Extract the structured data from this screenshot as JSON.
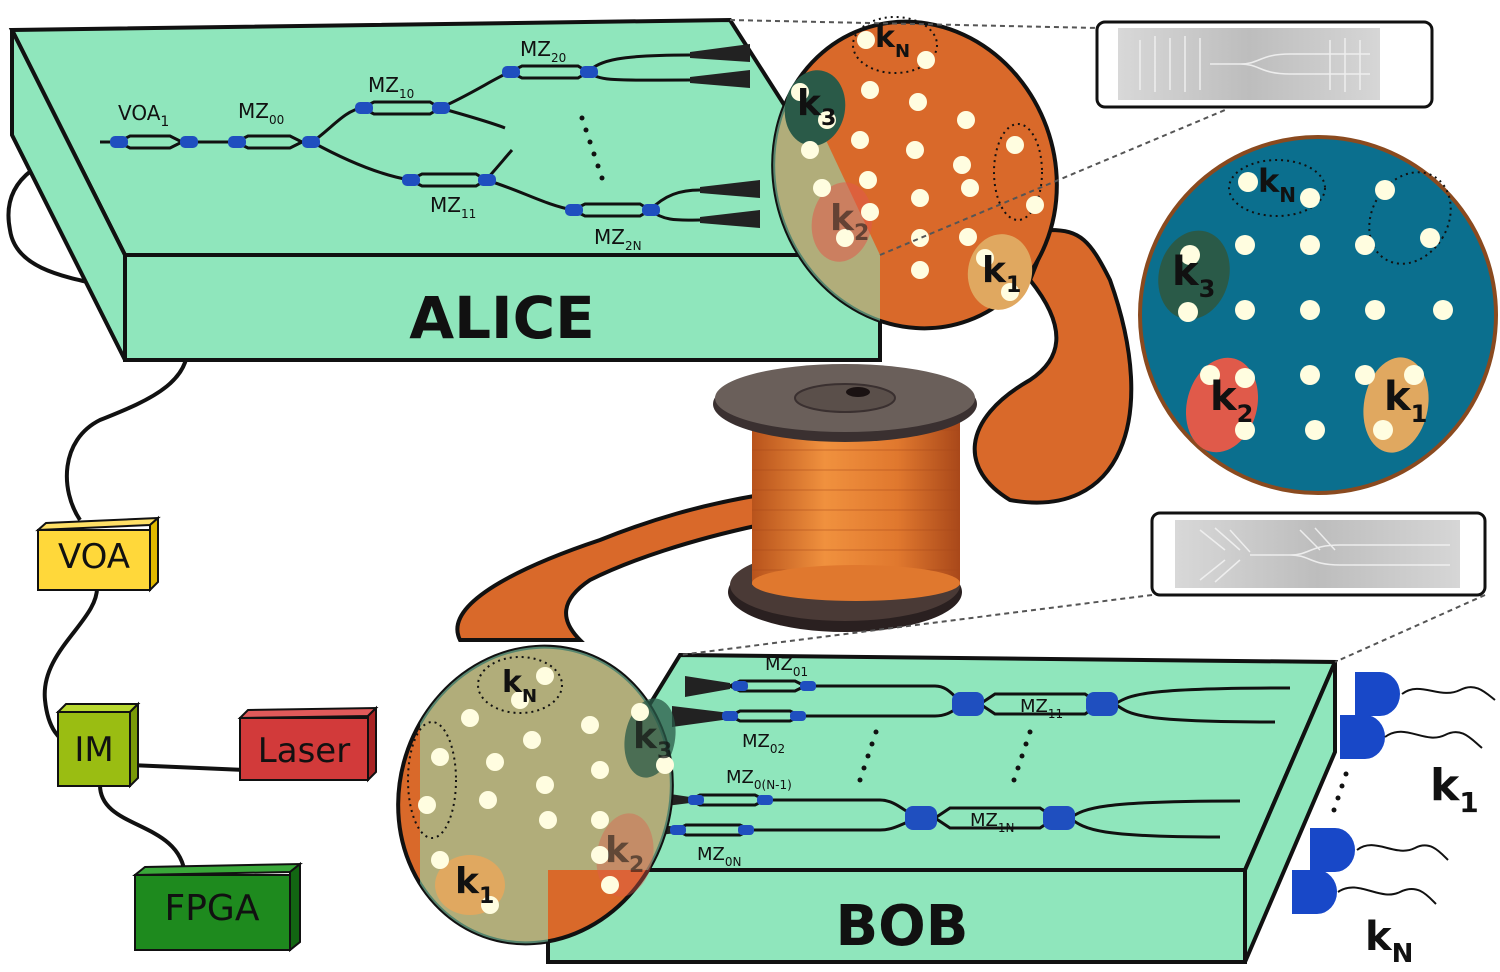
{
  "colors": {
    "chip_fill": "#8fe6bc",
    "fiber_orange": "#d9692a",
    "mode_dot": "#fffde0",
    "zoom_circle_fill": "#0b6f8e",
    "zoom_circle_border": "#8a4a1f",
    "splitter_blue": "#1f4fbf",
    "detector_blue": "#1848c8",
    "voa_box": "#ffd83a",
    "im_box": "#9abd12",
    "laser_box": "#d23a3a",
    "fpga_box": "#1e8a1e",
    "k1_patch": "#e0a860",
    "k2_patch": "#e05a4a",
    "k3_patch": "#2a5a48"
  },
  "alice": {
    "title": "ALICE",
    "labels": {
      "voa": "VOA",
      "voa_sub": "1",
      "mz00": "MZ",
      "mz00_sub": "00",
      "mz10": "MZ",
      "mz10_sub": "10",
      "mz11": "MZ",
      "mz11_sub": "11",
      "mz20": "MZ",
      "mz20_sub": "20",
      "mz2n": "MZ",
      "mz2n_sub": "2N"
    }
  },
  "bob": {
    "title": "BOB",
    "labels": {
      "mz01": "MZ",
      "mz01_sub": "01",
      "mz02": "MZ",
      "mz02_sub": "02",
      "mz0n1": "MZ",
      "mz0n1_sub": "0(N-1)",
      "mz0n": "MZ",
      "mz0n_sub": "0N",
      "mz11": "MZ",
      "mz11_sub": "11",
      "mz1n": "MZ",
      "mz1n_sub": "1N"
    }
  },
  "keys": {
    "k": "k",
    "sub_n": "N",
    "sub_1": "1",
    "sub_2": "2",
    "sub_3": "3"
  },
  "devices": {
    "voa": "VOA",
    "im": "IM",
    "laser": "Laser",
    "fpga": "FPGA"
  }
}
